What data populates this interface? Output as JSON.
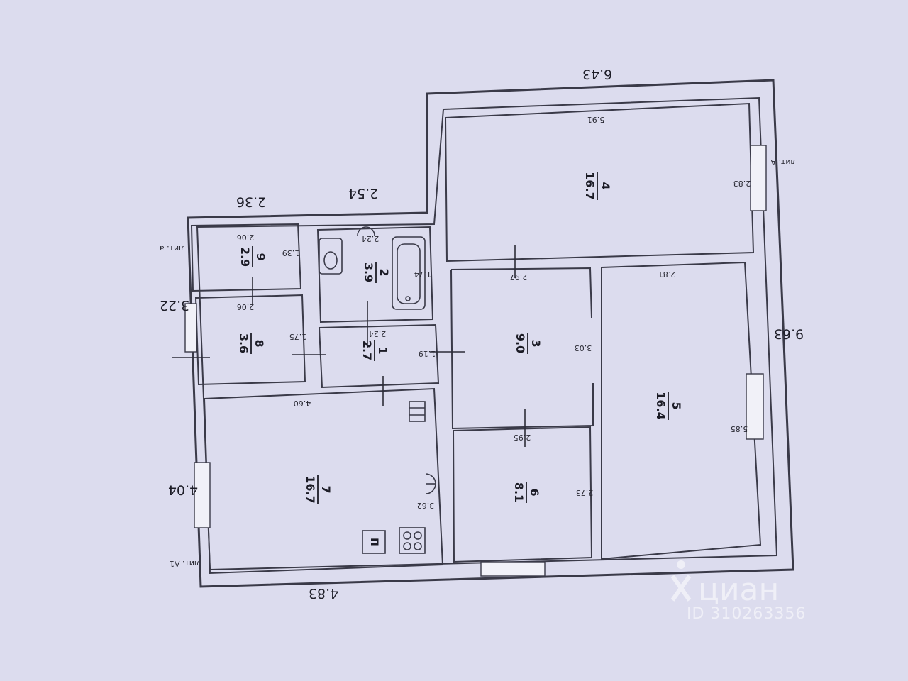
{
  "plan": {
    "outer_dims": {
      "top_right": "6.43",
      "right": "9.63",
      "bottom": "4.83",
      "left_lower": "4.04",
      "left_upper": "3.22",
      "step_left": "2.36",
      "step_mid": "2.54"
    },
    "lit_labels": {
      "a_upper": "лит. а",
      "a_main": "лит. А",
      "a1": "лит. А1"
    },
    "rooms": [
      {
        "num": "1",
        "area": "2.7"
      },
      {
        "num": "2",
        "area": "3.9"
      },
      {
        "num": "3",
        "area": "9.0"
      },
      {
        "num": "4",
        "area": "16.7"
      },
      {
        "num": "5",
        "area": "16.4"
      },
      {
        "num": "6",
        "area": "8.1"
      },
      {
        "num": "7",
        "area": "16.7"
      },
      {
        "num": "8",
        "area": "3.6"
      },
      {
        "num": "9",
        "area": "2.9"
      }
    ],
    "inner_dims": {
      "r4_w": "5.91",
      "r4_h": "2.83",
      "r5_w": "2.81",
      "r5_h": "5.85",
      "r3_w": "2.97",
      "r3_h": "3.03",
      "r6_w": "2.95",
      "r6_h": "2.73",
      "r7_w": "4.60",
      "r7_h": "3.62",
      "r9_w": "2.06",
      "r9_h": "1.39",
      "r8_w": "2.06",
      "r8_h": "1.75",
      "r2_w": "2.24",
      "r2_h": "1.74",
      "r1_w": "2.24",
      "r1_h": "1.19"
    },
    "stove_letter": "П"
  },
  "watermark": {
    "brand": "циан",
    "id_text": "ID 310263356"
  }
}
